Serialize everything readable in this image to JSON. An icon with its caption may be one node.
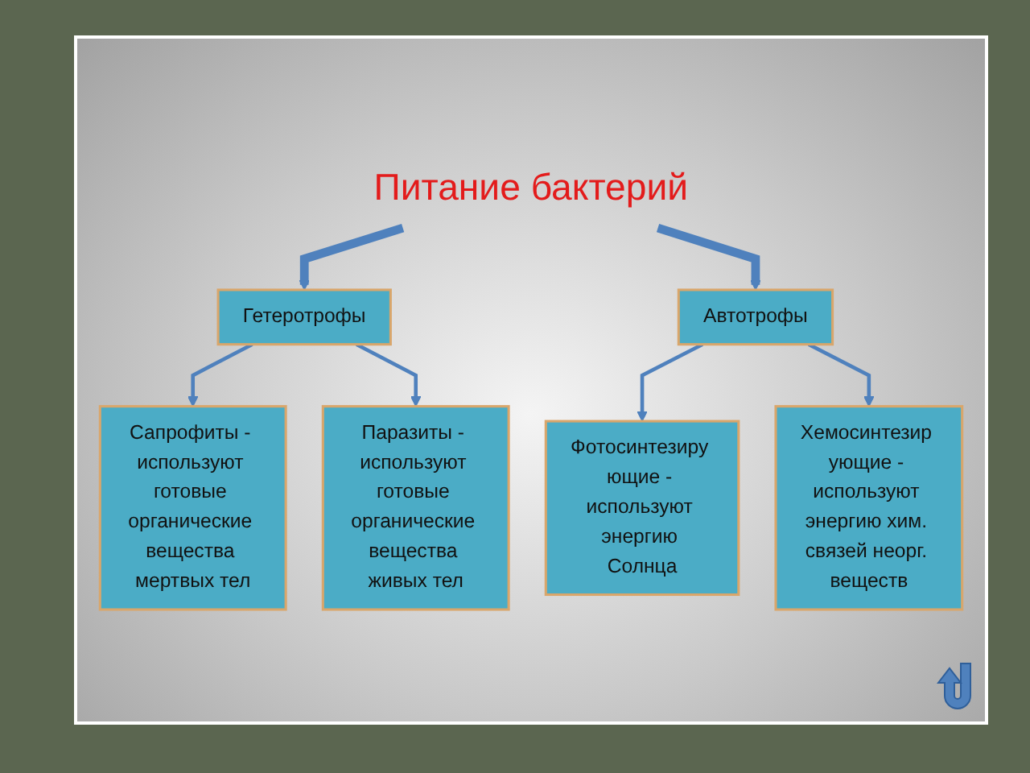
{
  "diagram": {
    "nodes": [
      {
        "text": [
          "Питание бактерий"
        ]
      },
      {
        "text": [
          "Гетеротрофы"
        ]
      },
      {
        "text": [
          "Автотрофы"
        ]
      },
      {
        "text": [
          "Сапрофиты - используют готовые органические вещества мертвых тел"
        ]
      },
      {
        "text": [
          "Паразиты - используют готовые органические вещества живых тел"
        ]
      },
      {
        "text": [
          "Фотосинтезиру ющие - используют энергию Солнца"
        ]
      },
      {
        "text": [
          "Хемосинтезир ующие - используют энергию хим. связей неорг. веществ"
        ]
      }
    ],
    "edges": [
      {
        "from": 0,
        "to": 1,
        "arrow": "to",
        "style": "thick"
      },
      {
        "from": 0,
        "to": 2,
        "arrow": "to",
        "style": "thick"
      },
      {
        "from": 1,
        "to": 3,
        "arrow": "to"
      },
      {
        "from": 1,
        "to": 4,
        "arrow": "to"
      },
      {
        "from": 2,
        "to": 5,
        "arrow": "to"
      },
      {
        "from": 2,
        "to": 6,
        "arrow": "to"
      }
    ]
  }
}
